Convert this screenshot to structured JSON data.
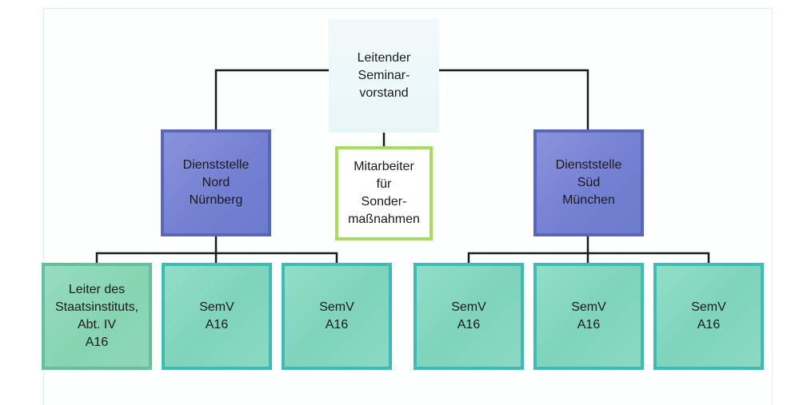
{
  "org_chart": {
    "root": {
      "label": "Leitender\nSeminar-\nvorstand"
    },
    "special": {
      "label": "Mitarbeiter\nfür\nSonder-\nmaßnahmen"
    },
    "north": {
      "label": "Dienststelle\nNord\nNürnberg",
      "children": [
        {
          "label": "Leiter des\nStaatsinstituts,\nAbt. IV\nA16"
        },
        {
          "label": "SemV\nA16"
        },
        {
          "label": "SemV\nA16"
        }
      ]
    },
    "south": {
      "label": "Dienststelle\nSüd\nMünchen",
      "children": [
        {
          "label": "SemV\nA16"
        },
        {
          "label": "SemV\nA16"
        },
        {
          "label": "SemV\nA16"
        }
      ]
    }
  },
  "colors": {
    "connector": "#1a1a1a",
    "office_fill": "#7a85d4",
    "office_border": "#5866c0",
    "unit_fill": "#86d8c0",
    "unit_border": "#3bbcb6",
    "special_border": "#a6de5a"
  }
}
